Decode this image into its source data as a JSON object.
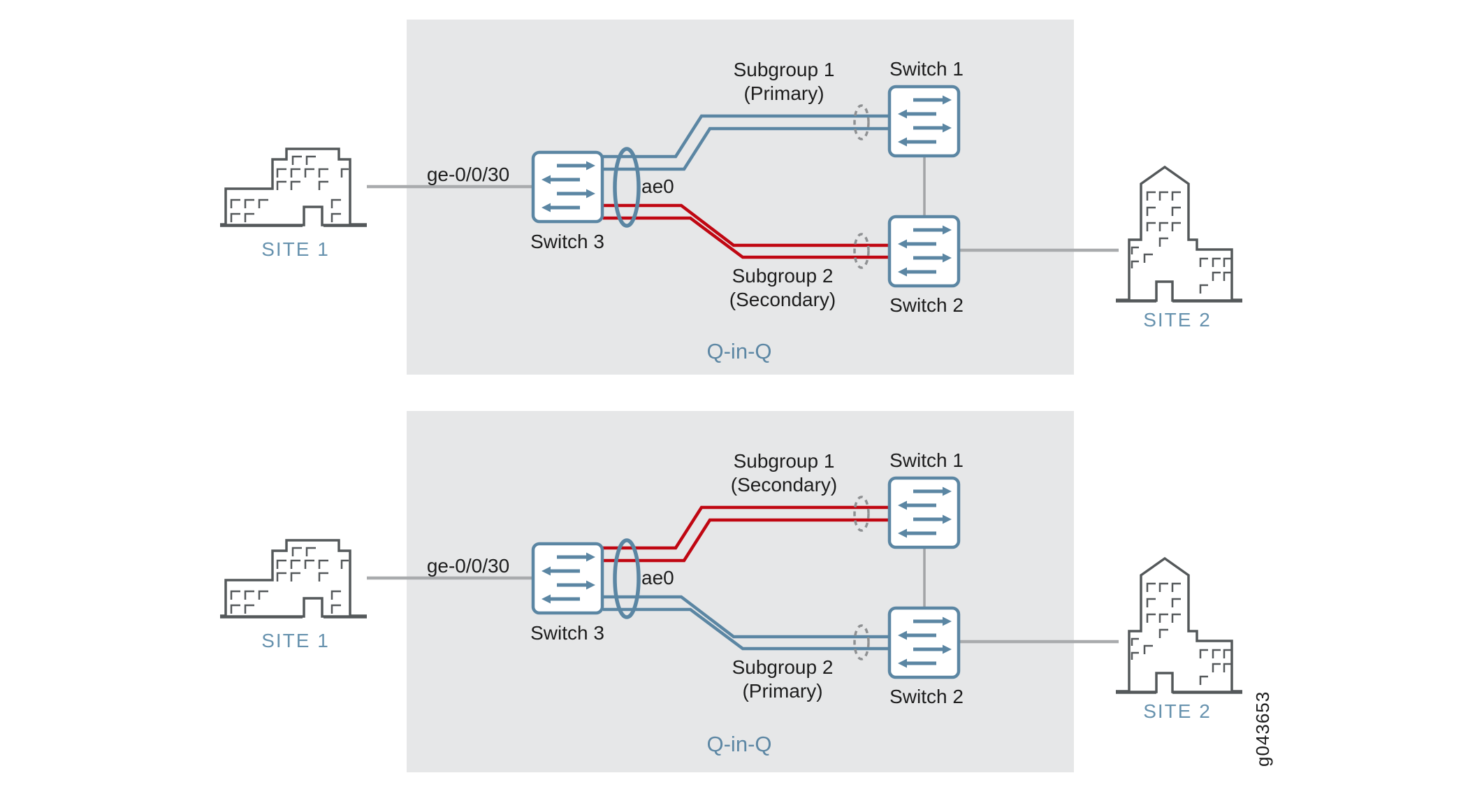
{
  "figure_id": "g043653",
  "colors": {
    "panel_background": "#e6e7e8",
    "steel_blue": "#5b86a3",
    "link_red": "#c00712",
    "plain_link_gray": "#a9abad",
    "building_outline": "#54585a",
    "site_label_blue": "#6792ae",
    "qinq_label_blue": "#5d87a4",
    "dashed_ellipse_gray": "#8f9193",
    "switch_fill": "#ffffff",
    "text": "#1d1d1d"
  },
  "panels": [
    {
      "name": "top",
      "site1_label": "SITE 1",
      "site2_label": "SITE 2",
      "access_interface_label": "ge-0/0/30",
      "lag_label": "ae0",
      "switch1_label": "Switch 1",
      "switch2_label": "Switch 2",
      "switch3_label": "Switch 3",
      "subgroup1_line1": "Subgroup 1",
      "subgroup1_line2": "(Primary)",
      "subgroup1_color": "#5b86a3",
      "subgroup2_line1": "Subgroup 2",
      "subgroup2_line2": "(Secondary)",
      "subgroup2_color": "#c00712",
      "domain_label": "Q-in-Q"
    },
    {
      "name": "bottom",
      "site1_label": "SITE 1",
      "site2_label": "SITE 2",
      "access_interface_label": "ge-0/0/30",
      "lag_label": "ae0",
      "switch1_label": "Switch 1",
      "switch2_label": "Switch 2",
      "switch3_label": "Switch 3",
      "subgroup1_line1": "Subgroup 1",
      "subgroup1_line2": "(Secondary)",
      "subgroup1_color": "#c00712",
      "subgroup2_line1": "Subgroup 2",
      "subgroup2_line2": "(Primary)",
      "subgroup2_color": "#5b86a3",
      "domain_label": "Q-in-Q"
    }
  ]
}
